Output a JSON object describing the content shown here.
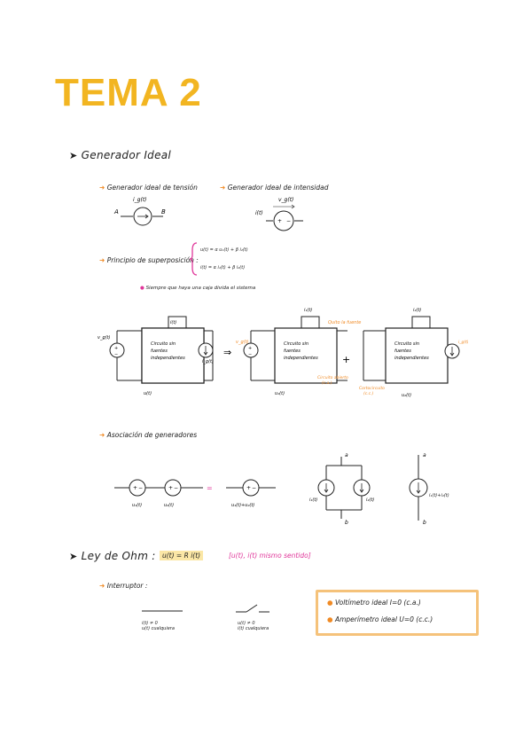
{
  "title": "TEMA 2",
  "gen": {
    "heading": "Generador Ideal",
    "tension_label": "Generador ideal de tensión",
    "intensidad_label": "Generador ideal de intensidad",
    "ig": "i_g(t)",
    "node_a": "A",
    "node_b": "B",
    "vg": "v_g(t)",
    "it": "i(t)"
  },
  "superposicion": {
    "label": "Principio de superposición :",
    "eq1": "u(t) = α u₁(t) + β i₂(t)",
    "eq2": "i(t) = α i₁(t) + β i₂(t)",
    "note": "Siempre que haya una caja divida el sistema",
    "box_text": [
      "Circuito sin",
      "fuentes",
      "independientes"
    ],
    "i_t": "i(t)",
    "u_t": "u(t)",
    "src_left": "v_g(t)",
    "src_right": "i_g(t)",
    "i1": "i₁(t)",
    "u1": "u₁(t)",
    "i2": "i₂(t)",
    "u2": "u₂(t)",
    "quito": "Quito la fuente",
    "abierto": [
      "Circuito abierto",
      "(c.a.)"
    ],
    "corto": [
      "Cortocircuito",
      "(c.c.)"
    ],
    "implies": "⇒",
    "plus": "+"
  },
  "asociacion": {
    "label": "Asociación de generadores",
    "s1": "u₁(t)",
    "s2": "u₂(t)",
    "sum_u": "u₁(t)+u₂(t)",
    "i1": "i₁(t)",
    "i2": "i₂(t)",
    "sum_i": "i₁(t)+i₂(t)",
    "equals": "=",
    "a": "a",
    "b": "b"
  },
  "ohm": {
    "heading": "Ley de Ohm :",
    "formula": "u(t) = R i(t)",
    "note": "[u(t), i(t) mismo sentido]"
  },
  "interruptor": {
    "label": "Interruptor :",
    "closed": [
      "i(t) ≠ 0",
      "u(t) cualquiera"
    ],
    "open": [
      "u(t) ≠ 0",
      "i(t) cualquiera"
    ]
  },
  "meters": {
    "voltimetro": "Voltímetro ideal I=0 (c.a.)",
    "amperimetro": "Amperímetro ideal U=0 (c.c.)"
  },
  "colors": {
    "title": "#f2b521",
    "accent": "#f08a24",
    "pink": "#e0379a",
    "highlight": "#fbe7a6",
    "box": "#f5c27a"
  }
}
